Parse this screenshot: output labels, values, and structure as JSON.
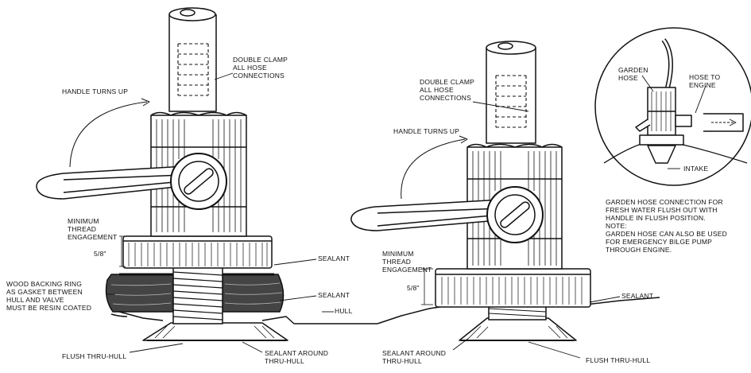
{
  "left": {
    "double_clamp": "DOUBLE CLAMP\nALL HOSE\nCONNECTIONS",
    "handle_turns_up": "HANDLE TURNS UP",
    "min_thread": "MINIMUM\nTHREAD\nENGAGEMENT",
    "dim": "5/8\"",
    "sealant_top": "SEALANT",
    "sealant_mid": "SEALANT",
    "wood_ring": "WOOD BACKING RING\nAS GASKET BETWEEN\nHULL AND VALVE\nMUST BE RESIN COATED",
    "hull": "HULL",
    "flush_thru_hull": "FLUSH THRU-HULL",
    "sealant_around": "SEALANT AROUND\nTHRU-HULL"
  },
  "right": {
    "double_clamp": "DOUBLE CLAMP\nALL HOSE\nCONNECTIONS",
    "handle_turns_up": "HANDLE TURNS UP",
    "min_thread": "MINIMUM\nTHREAD\nENGAGEMENT",
    "dim": "5/8\"",
    "sealant": "SEALANT",
    "sealant_around": "SEALANT AROUND\nTHRU-HULL",
    "flush_thru_hull": "FLUSH THRU-HULL"
  },
  "inset": {
    "garden_hose": "GARDEN\nHOSE",
    "hose_to_engine": "HOSE TO\nENGINE",
    "intake": "INTAKE"
  },
  "note": "GARDEN HOSE CONNECTION FOR\nFRESH WATER FLUSH OUT WITH\nHANDLE IN FLUSH POSITION.\nNOTE:\nGARDEN HOSE CAN ALSO BE USED\nFOR EMERGENCY BILGE PUMP\nTHROUGH ENGINE."
}
